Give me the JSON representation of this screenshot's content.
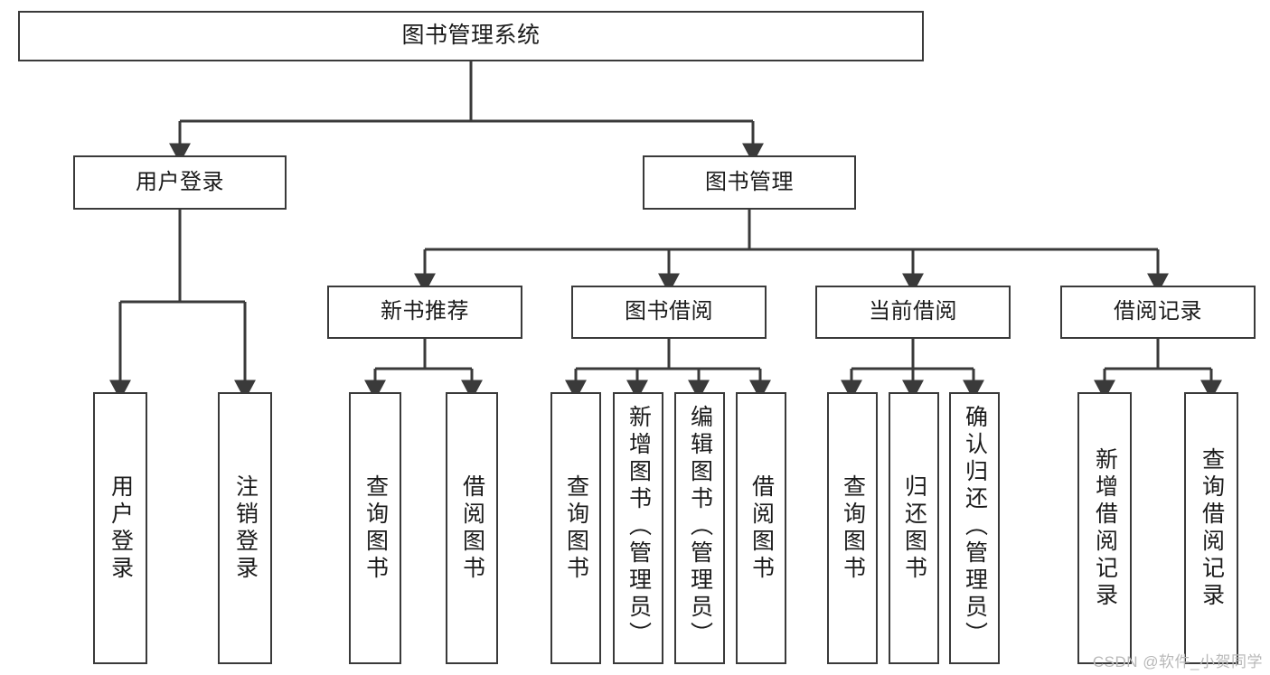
{
  "diagram": {
    "title": "图书管理系统",
    "root": {
      "label": "图书管理系统"
    },
    "level2": [
      {
        "label": "用户登录"
      },
      {
        "label": "图书管理"
      }
    ],
    "level3": [
      {
        "label": "新书推荐"
      },
      {
        "label": "图书借阅"
      },
      {
        "label": "当前借阅"
      },
      {
        "label": "借阅记录"
      }
    ],
    "leaves": {
      "user_login": [
        {
          "label": "用户登录"
        },
        {
          "label": "注销登录"
        }
      ],
      "new_book_recommend": [
        {
          "label": "查询图书"
        },
        {
          "label": "借阅图书"
        }
      ],
      "book_borrow": [
        {
          "label": "查询图书"
        },
        {
          "label": "新增图书（管理员）"
        },
        {
          "label": "编辑图书（管理员）"
        },
        {
          "label": "借阅图书"
        }
      ],
      "current_borrow": [
        {
          "label": "查询图书"
        },
        {
          "label": "归还图书"
        },
        {
          "label": "确认归还（管理员）"
        }
      ],
      "borrow_record": [
        {
          "label": "新增借阅记录"
        },
        {
          "label": "查询借阅记录"
        }
      ]
    }
  },
  "watermark": {
    "text": "CSDN @软件_小贺同学"
  },
  "colors": {
    "stroke": "#3a3a3a",
    "text": "#1b1b1b",
    "background": "#ffffff",
    "watermark": "#b9b9b9"
  }
}
